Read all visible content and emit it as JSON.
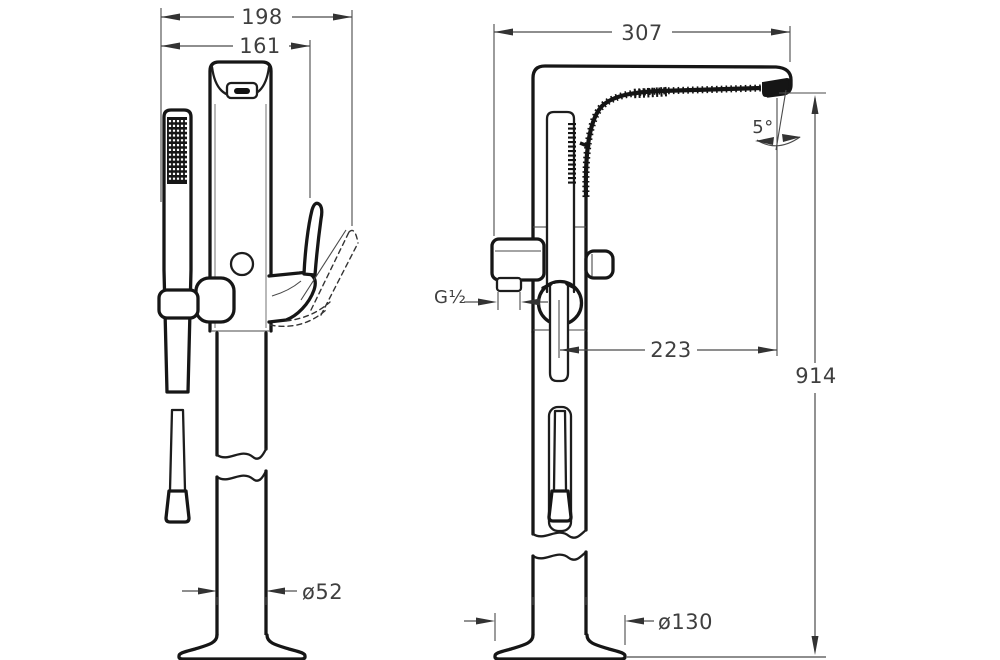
{
  "drawing": {
    "background": "#ffffff",
    "outline_color": "#161616",
    "dimension_color": "#4a4a4a"
  },
  "views": {
    "front": {
      "dim_overall_width": "198",
      "dim_body_width": "161",
      "dim_column_diameter": "ø52"
    },
    "side": {
      "dim_spout_reach": "307",
      "dim_spout_angle": "5°",
      "dim_connection": "G½",
      "dim_spout_offset": "223",
      "dim_overall_height": "914",
      "dim_base_diameter": "ø130"
    }
  }
}
